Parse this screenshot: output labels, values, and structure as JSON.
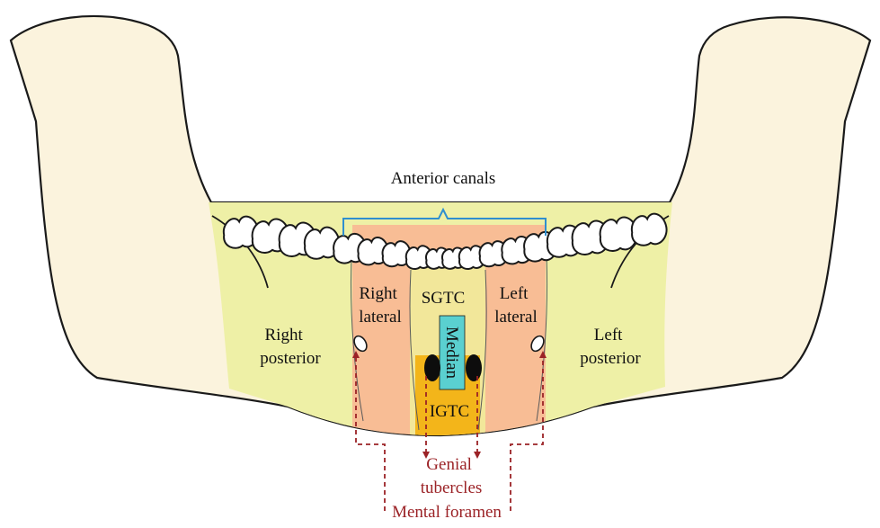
{
  "colors": {
    "bone": "#fbf3dd",
    "outline": "#1a1a1a",
    "posterior_region": "#eef0a6",
    "lateral_region": "#f8bd95",
    "central_region": "#f2e79a",
    "igtc_region": "#f3b51a",
    "median_box": "#5ad0d0",
    "bracket": "#2f8fcf",
    "annotation": "#9b2226",
    "tubercle": "#0d0d0d"
  },
  "icons": [
    "mandible-outline",
    "tooth-crown",
    "genial-tubercle",
    "mental-foramen",
    "dashed-arrow"
  ],
  "labels": {
    "anterior_canals": "Anterior canals",
    "right_posterior": [
      "Right",
      "posterior"
    ],
    "left_posterior": [
      "Left",
      "posterior"
    ],
    "right_lateral": [
      "Right",
      "lateral"
    ],
    "left_lateral": [
      "Left",
      "lateral"
    ],
    "sgtc": "SGTC",
    "median": "Median",
    "igtc": "IGTC",
    "genial_tubercles": [
      "Genial",
      "tubercles"
    ],
    "mental_foramen": "Mental foramen"
  }
}
